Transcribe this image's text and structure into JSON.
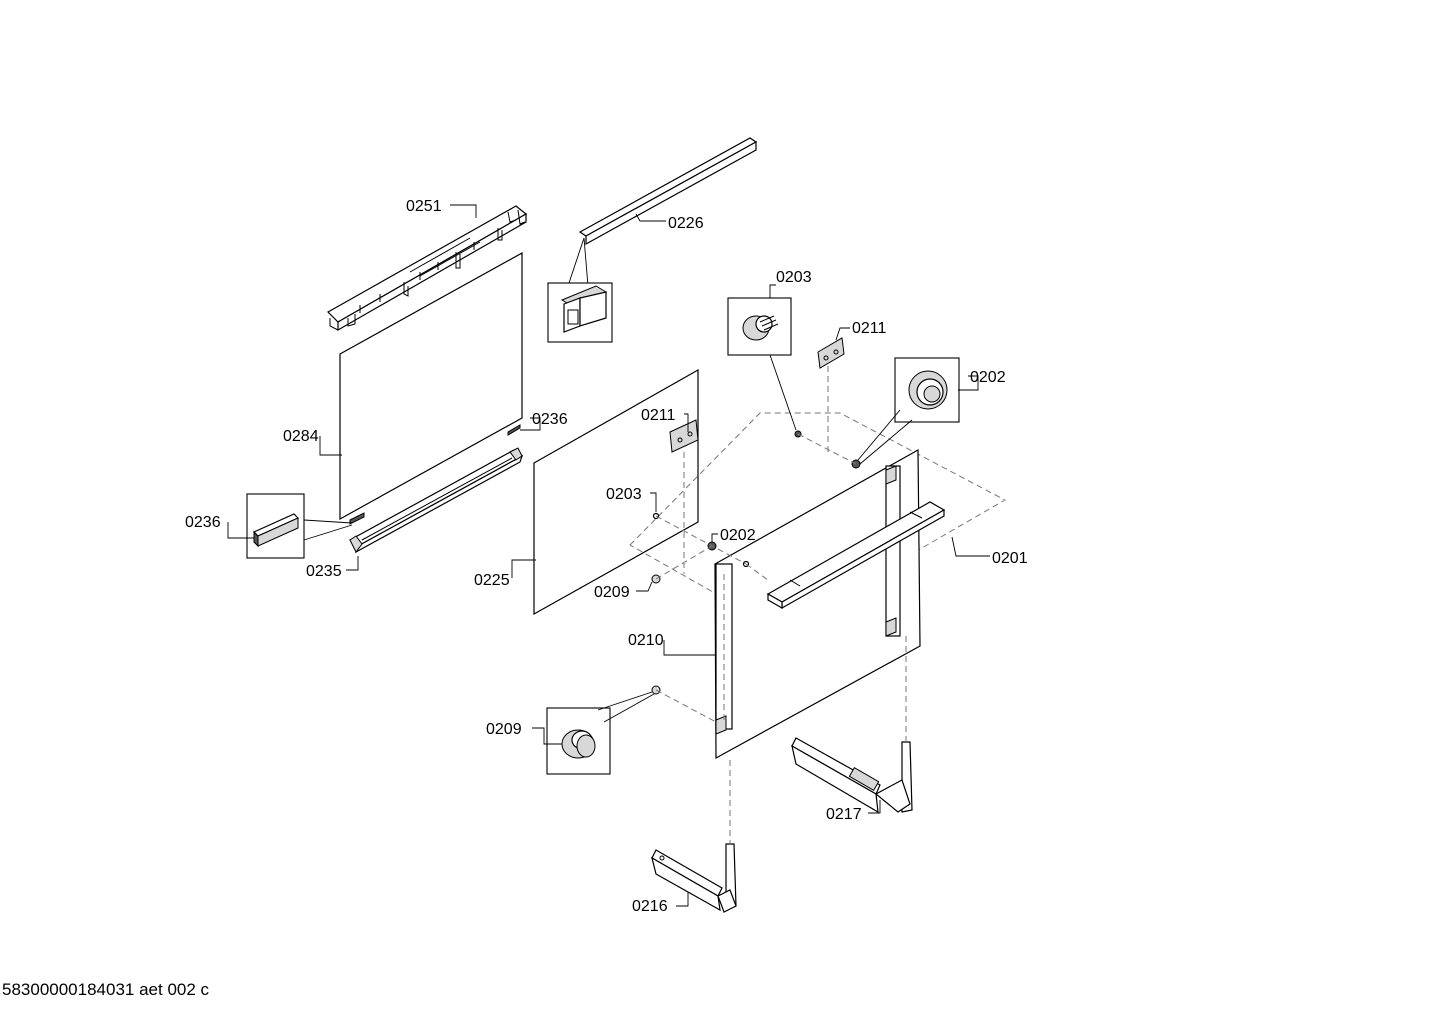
{
  "diagram": {
    "labels": {
      "p0251": "0251",
      "p0226": "0226",
      "p0203_top": "0203",
      "p0211_top": "0211",
      "p0202_top": "0202",
      "p0236_right": "0236",
      "p0284": "0284",
      "p0211_mid": "0211",
      "p0203_mid": "0203",
      "p0236_left": "0236",
      "p0202_mid": "0202",
      "p0201": "0201",
      "p0235": "0235",
      "p0225": "0225",
      "p0209_mid": "0209",
      "p0210": "0210",
      "p0209_low": "0209",
      "p0217": "0217",
      "p0216": "0216"
    }
  },
  "footer": {
    "text": "58300000184031 aet 002 c"
  }
}
